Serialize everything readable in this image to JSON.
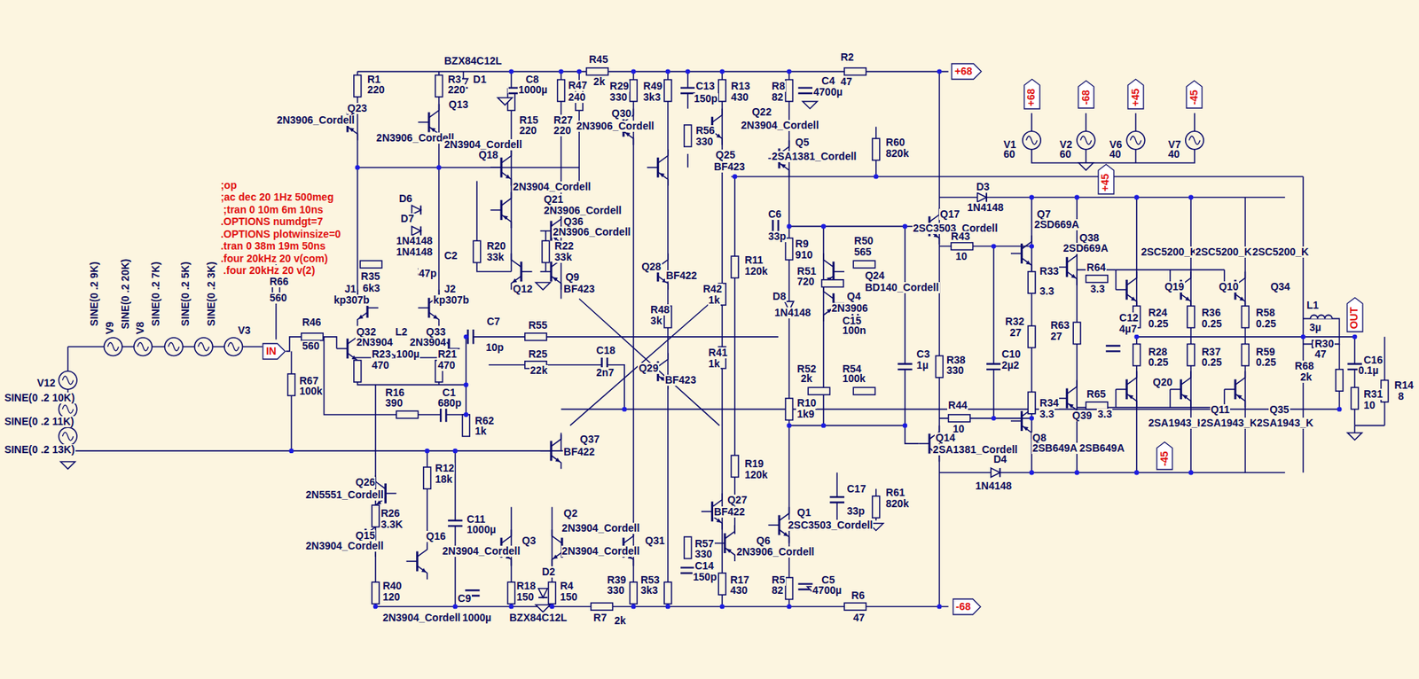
{
  "diagram": {
    "nodes": [
      {
        "text": [
          "+68"
        ]
      },
      {
        "text": [
          "+68"
        ]
      },
      {
        "text": [
          "-68"
        ]
      },
      {
        "text": [
          "+45"
        ]
      },
      {
        "text": [
          "-45"
        ]
      },
      {
        "text": [
          "+45"
        ]
      },
      {
        "text": [
          "OUT"
        ]
      },
      {
        "text": [
          "IN"
        ]
      },
      {
        "text": [
          "-45"
        ]
      },
      {
        "text": [
          "-68"
        ]
      }
    ],
    "labels": [
      "R1",
      "220",
      "R3",
      "220",
      "BZX84C12L",
      "D1",
      "C8",
      "1000µ",
      "R45",
      "2k",
      "R47",
      "240",
      "R29",
      "330",
      "R49",
      "3k3",
      "C13",
      "150p",
      "R13",
      "430",
      "R8",
      "82",
      "C4",
      "4700µ",
      "R2",
      "47",
      "Q23",
      "2N3906_Cordell",
      "Q13",
      "2N3906_Cordell",
      "R15",
      "220",
      "R27",
      "220",
      "2N3906_Cordell",
      "Q30",
      "2N3904_Cordell",
      "Q18",
      "R56",
      "330",
      "Q22",
      "2N3904_Cordell",
      "Q25",
      "BF423",
      "Q5",
      "2SA1381_Cordell",
      "R60",
      "820k",
      "V1",
      "60",
      "V2",
      "60",
      "V6",
      "40",
      "V7",
      "40",
      "D3",
      "1N4148",
      "C6",
      "33p",
      "Q17",
      "2SC3503_Cordell",
      "Q7",
      "2SD669A",
      "Q38",
      "2SD669A",
      "2SC5200_K",
      "2SC5200_K",
      "2SC5200_K",
      "R9",
      "910",
      "R43",
      "10",
      "R50",
      "565",
      "R51",
      "720",
      "Q24",
      "BD140_Cordell",
      "Q4",
      "2N3906",
      "R11",
      "120k",
      "D8",
      "1N4148",
      "C15",
      "100n",
      "R52",
      "2k",
      "R54",
      "100k",
      "C3",
      "1µ",
      "R38",
      "330",
      "C10",
      "2µ2",
      "R33",
      "3.3",
      "R64",
      "3.3",
      "R32",
      "27",
      "R63",
      "27",
      "C12",
      "4µ7",
      "Q19",
      "Q10",
      "Q34",
      "R24",
      "0.25",
      "R36",
      "0.25",
      "R58",
      "0.25",
      "R28",
      "0.25",
      "R37",
      "0.25",
      "R59",
      "0.25",
      "L1",
      "3µ",
      "R30",
      "47",
      "R68",
      "2k",
      "C16",
      "0.1µ",
      "R31",
      "10",
      "R14",
      "8",
      "R34",
      "3.3",
      "R65",
      "Q39",
      "3.3",
      "R10",
      "1k9",
      "R44",
      "10",
      "Q14",
      "2SA1381_Cordell",
      "Q8",
      "2SB649A",
      "2SB649A",
      "Q20",
      "Q11",
      "Q35",
      "2SA1943_K",
      "2SA1943_K",
      "2SA1943_K",
      "D4",
      "1N4148",
      "R19",
      "120k",
      "C17",
      "33p",
      "R61",
      "820k",
      "Q1",
      "2SC3503_Cordell",
      "Q6",
      "2N3906_Cordell",
      "Q27",
      "BF422",
      "R57",
      "330",
      "C14",
      "150p",
      "R17",
      "430",
      "R5",
      "82",
      "C5",
      "4700µ",
      "R6",
      "47",
      "R39",
      "330",
      "R53",
      "3k3",
      "Q31",
      "Q2",
      "2N3904_Cordell",
      "Q3",
      "2N3904_Cordell",
      "2N3904_Cordell",
      "D2",
      "R18",
      "150",
      "R4",
      "150",
      "BZX84C12L",
      "R7",
      "2k",
      "Q26",
      "2N5551_Cordell",
      "R12",
      "18k",
      "R26",
      "3.3K",
      "C11",
      "1000µ",
      "Q15",
      "2N3904_Cordell",
      "Q16",
      "R40",
      "120",
      "2N3904_Cordell",
      "C9",
      "1000µ",
      "Q37",
      "BF422",
      "R20",
      "33k",
      "R22",
      "33k",
      "Q12",
      "Q9",
      "BF423",
      "Q21",
      "2N3906_Cordell",
      "2N3904_Cordell",
      "Q36",
      "2N3906_Cordell",
      "D6",
      "D7",
      "1N4148",
      "1N4148",
      "C2",
      "47p",
      "R35",
      "6k3",
      "J1",
      "kp307b",
      "J2",
      "kp307b",
      "Q32",
      "2N3904",
      "L2",
      "2N3904",
      "Q33",
      "R23",
      "470",
      "100µ",
      "R21",
      "470",
      "R16",
      "390",
      "C1",
      "680p",
      "R62",
      "1k",
      "C7",
      "10p",
      "R55",
      "R25",
      "22k",
      "C18",
      "2n7",
      "R66",
      "560",
      "R46",
      "560",
      "R67",
      "100k",
      "Q28",
      "BF422",
      "R48",
      "3k",
      "R42",
      "1k",
      "Q29",
      "BF423",
      "R41",
      "1k",
      ";op",
      ";ac dec 20 1Hz 500meg",
      ";tran 0 10m 6m 10ns",
      ".OPTIONS numdgt=7",
      ".OPTIONS plotwinsize=0",
      ".tran 0 38m 19m 50ns",
      ".four 20kHz 20 v(com)",
      ".four 20kHz 20 v(2)",
      "SINE(0 .2 9K)",
      "SINE(0 .2 20K)",
      "SINE(0 .2 7K)",
      "SINE(0 .2 5K)",
      "SINE(0 .2 3K)",
      "V9",
      "V8",
      "V3",
      "V12",
      "SINE(0 .2 10K)",
      "SINE(0 .2 11K)",
      "SINE(0 .2 13K)"
    ]
  }
}
